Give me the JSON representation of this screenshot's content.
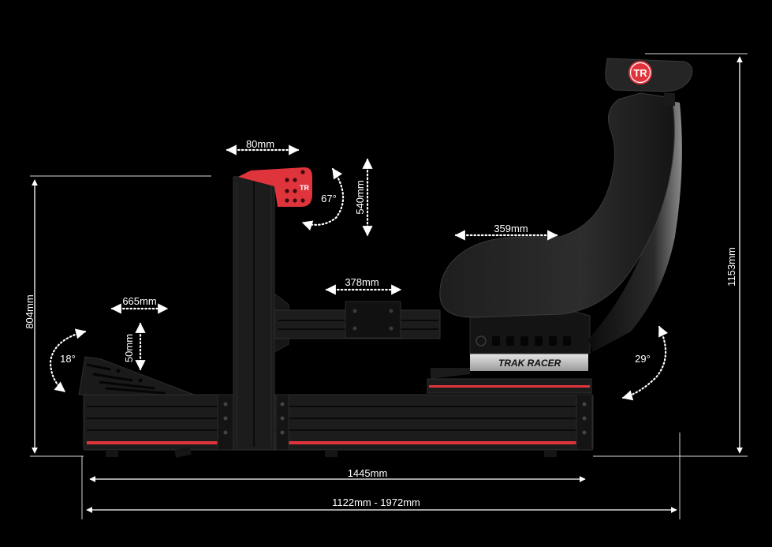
{
  "brand": {
    "logo_text": "TR",
    "slider_label": "TRAK RACER",
    "accent_color": "#e0343c",
    "frame_color": "#1c1c1c",
    "seat_color": "#2a2a2a"
  },
  "dimensions": {
    "wheel_mount_width": "80mm",
    "wheel_mount_height_adjust": "540mm",
    "wheel_mount_tilt": "67°",
    "seat_slider_travel": "359mm",
    "center_bar_travel": "378mm",
    "pedal_plate_travel": "665mm",
    "pedal_height_adjust": "50mm",
    "pedal_angle": "18°",
    "seat_recline": "29°",
    "upright_height": "804mm",
    "overall_height": "1153mm",
    "base_length": "1445mm",
    "overall_length_range": "1122mm - 1972mm"
  },
  "icons": {
    "rotation_arrows": "curved-dotted-arrow-icon",
    "dimension_arrows": "double-headed-arrow-icon"
  }
}
